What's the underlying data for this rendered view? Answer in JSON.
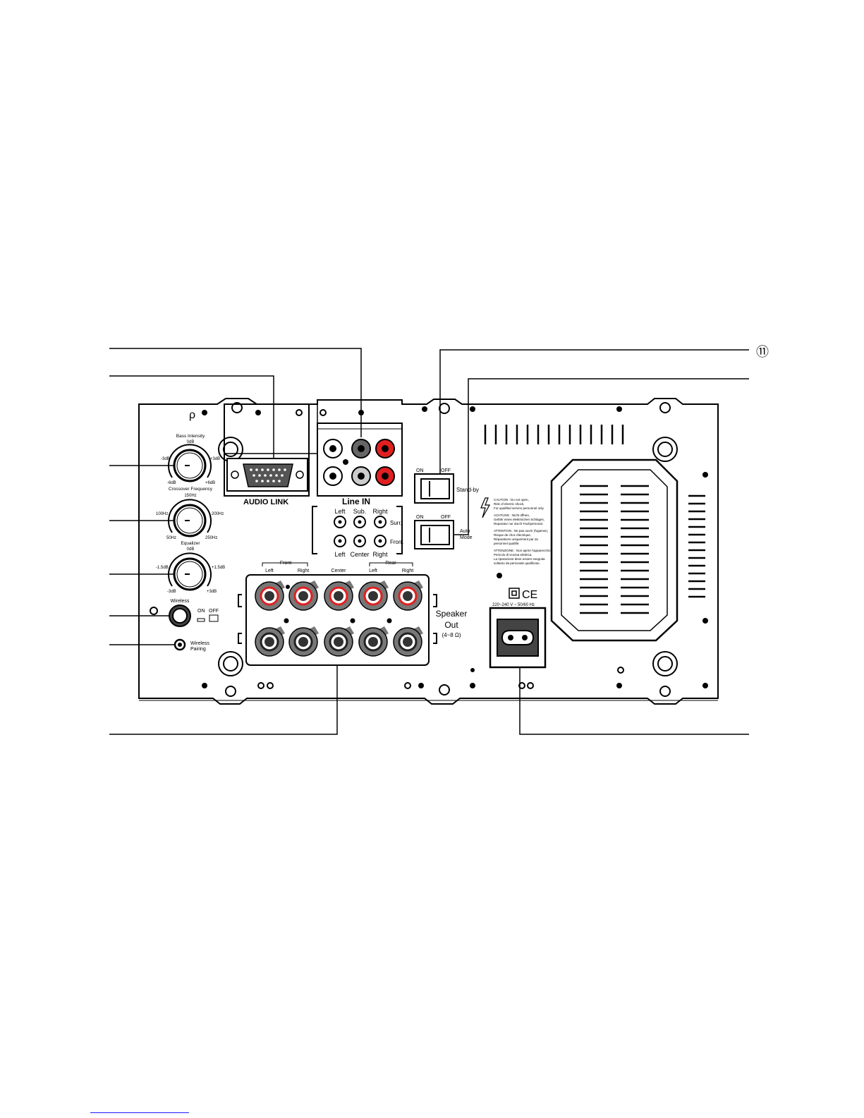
{
  "callout_number": "⑪",
  "audio_link_label": "AUDIO LINK",
  "line_in": {
    "title": "Line IN",
    "top_row": [
      "Left",
      "Sub.",
      "Right"
    ],
    "bottom_row": [
      "Left",
      "Center",
      "Right"
    ],
    "surr_label": "Surr.",
    "front_label": "Front"
  },
  "knobs": {
    "bass": {
      "title": "Bass Intensity",
      "top": "0dB",
      "left": "-3dB",
      "right": "+3dB",
      "bottom_left": "-6dB",
      "bottom_right": "+6dB"
    },
    "crossover": {
      "title": "Crossover Frequency",
      "top": "150Hz",
      "left": "100Hz",
      "right": "200Hz",
      "bottom_left": "50Hz",
      "bottom_right": "250Hz"
    },
    "equalizer": {
      "title": "Equalizer",
      "top": "0dB",
      "left": "-1.5dB",
      "right": "+1.5dB",
      "bottom_left": "-3dB",
      "bottom_right": "+3dB"
    }
  },
  "wireless": {
    "title": "Wireless",
    "on": "ON",
    "off": "OFF",
    "pairing_line1": "Wireless",
    "pairing_line2": "Pairing"
  },
  "switches": {
    "standby": {
      "on": "ON",
      "off": "OFF",
      "label": "Stand-by"
    },
    "auto": {
      "on": "ON",
      "off": "OFF",
      "label_line1": "Auto",
      "label_line2": "Mode"
    }
  },
  "speaker": {
    "front_group": "Front",
    "rear_group": "Rear",
    "labels": [
      "Left",
      "Right",
      "Center",
      "Left",
      "Right"
    ],
    "out_line1": "Speaker",
    "out_line2": "Out",
    "out_line3": "(4~8 Ω)"
  },
  "warning_text": [
    "CAUTION : Do not open,",
    "Risk of electric shock,",
    "For qualified service personnel only.",
    "ACHTUNG : Nicht öffnen,",
    "Gefahr eines elektrischen Schlages,",
    "Reparatur nur durch Fachpersonal.",
    "ATTENTION : Ne pas ouvrir (fuganse),",
    "Risque de choc électrique,",
    "Réparations uniquement par du",
    "personnel qualifié.",
    "ATTENZIONE : Non aprire l'apparecchio,",
    "Pericolo di scossa elettrica,",
    "La riparazione deve essere eseguita",
    "soltanto da personale qualificato."
  ],
  "power": {
    "rating": "220~240 V ~   50/60 Hz",
    "ce_mark": "CE"
  }
}
